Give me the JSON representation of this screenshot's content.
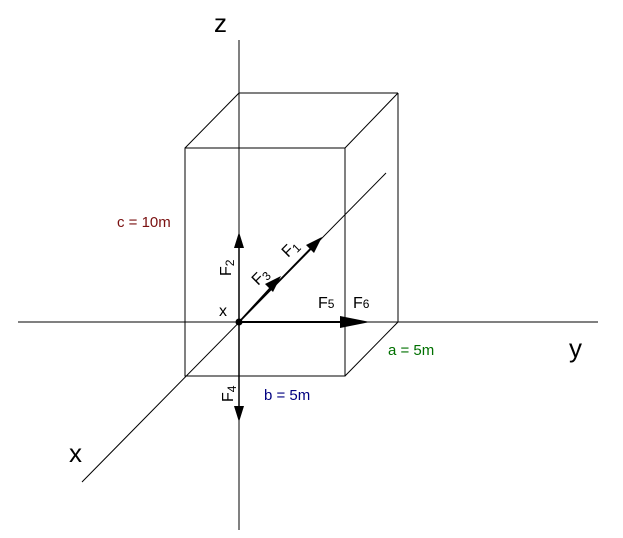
{
  "axes": {
    "z": "z",
    "y": "y",
    "x": "x"
  },
  "origin_label": "x",
  "forces": {
    "f1": {
      "base": "F",
      "sub": "1"
    },
    "f2": {
      "base": "F",
      "sub": "2"
    },
    "f3": {
      "base": "F",
      "sub": "3"
    },
    "f4": {
      "base": "F",
      "sub": "4"
    },
    "f5": {
      "base": "F",
      "sub": "5"
    },
    "f6": {
      "base": "F",
      "sub": "6"
    }
  },
  "dimensions": {
    "c": "c = 10m",
    "b": "b = 5m",
    "a": "a = 5m"
  },
  "colors": {
    "line": "#000000",
    "c_label": "#7a1010",
    "b_label": "#000080",
    "a_label": "#007000"
  }
}
